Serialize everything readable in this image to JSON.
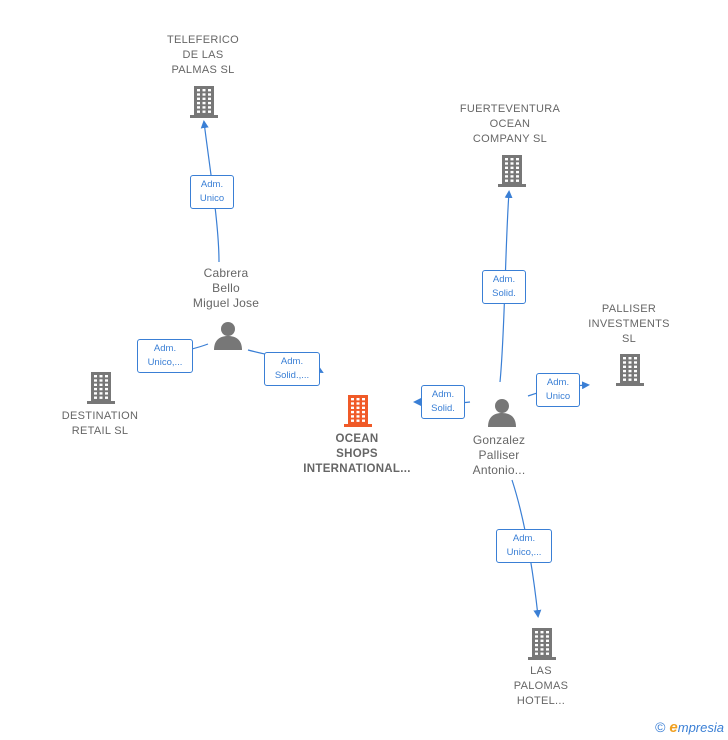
{
  "nodes": {
    "teleferico": {
      "label": "TELEFERICO\nDE LAS\nPALMAS  SL",
      "kind": "company"
    },
    "fuerteventura": {
      "label": "FUERTEVENTURA\nOCEAN\nCOMPANY  SL",
      "kind": "company"
    },
    "palliser_inv": {
      "label": "PALLISER\nINVESTMENTS\nSL",
      "kind": "company"
    },
    "destination": {
      "label": "DESTINATION\nRETAIL  SL",
      "kind": "company"
    },
    "ocean_shops": {
      "label": "OCEAN\nSHOPS\nINTERNATIONAL...",
      "kind": "company-main"
    },
    "las_palomas": {
      "label": "LAS\nPALOMAS\nHOTEL...",
      "kind": "company"
    },
    "cabrera": {
      "label": "Cabrera\nBello\nMiguel Jose",
      "kind": "person"
    },
    "gonzalez": {
      "label": "Gonzalez\nPalliser\nAntonio...",
      "kind": "person"
    }
  },
  "edges": [
    {
      "from": "cabrera",
      "to": "teleferico",
      "label": "Adm.\nUnico"
    },
    {
      "from": "cabrera",
      "to": "destination",
      "label": "Adm.\nUnico,..."
    },
    {
      "from": "cabrera",
      "to": "ocean_shops",
      "label": "Adm.\nSolid.,..."
    },
    {
      "from": "gonzalez",
      "to": "fuerteventura",
      "label": "Adm.\nSolid."
    },
    {
      "from": "gonzalez",
      "to": "ocean_shops",
      "label": "Adm.\nSolid."
    },
    {
      "from": "gonzalez",
      "to": "palliser_inv",
      "label": "Adm.\nUnico"
    },
    {
      "from": "gonzalez",
      "to": "las_palomas",
      "label": "Adm.\nUnico,..."
    }
  ],
  "colors": {
    "edge": "#3a7fd5",
    "company_icon": "#777777",
    "main_company_icon": "#f05a28",
    "person_icon": "#777777"
  },
  "footer": {
    "copyright": "©",
    "brand_first": "e",
    "brand_rest": "mpresia"
  }
}
